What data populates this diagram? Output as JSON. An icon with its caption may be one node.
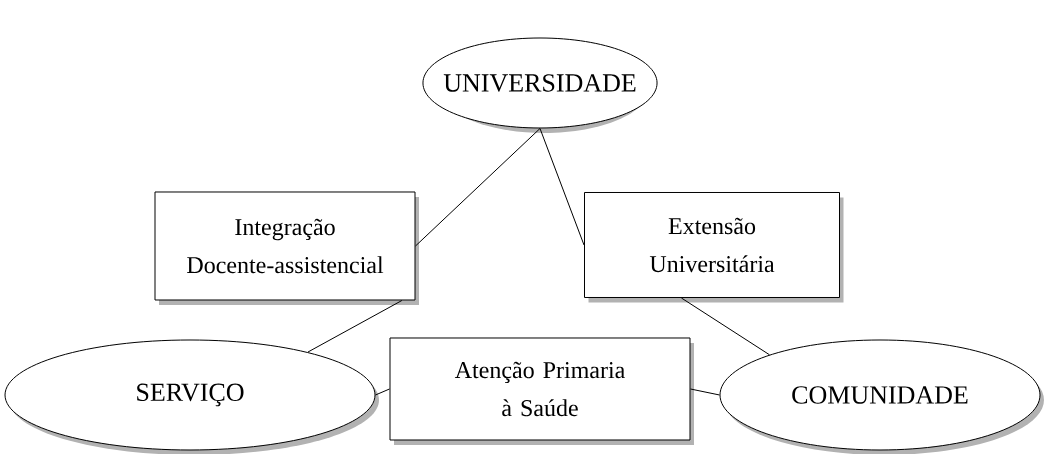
{
  "diagram": {
    "nodes": [
      {
        "text": [
          "UNIVERSIDADE"
        ]
      },
      {
        "text": [
          "Integração Docente-assistencial"
        ]
      },
      {
        "text": [
          "Extensão Universitária"
        ]
      },
      {
        "text": [
          "SERVIÇO"
        ]
      },
      {
        "text": [
          "Atenção Primaria à Saúde"
        ]
      },
      {
        "text": [
          "COMUNIDADE"
        ]
      }
    ],
    "edges": [
      {
        "from": 0,
        "to": 1,
        "arrow": "none"
      },
      {
        "from": 0,
        "to": 2,
        "arrow": "none"
      },
      {
        "from": 1,
        "to": 3,
        "arrow": "none"
      },
      {
        "from": 2,
        "to": 5,
        "arrow": "none"
      },
      {
        "from": 3,
        "to": 4,
        "arrow": "none"
      },
      {
        "from": 4,
        "to": 5,
        "arrow": "none"
      }
    ]
  }
}
